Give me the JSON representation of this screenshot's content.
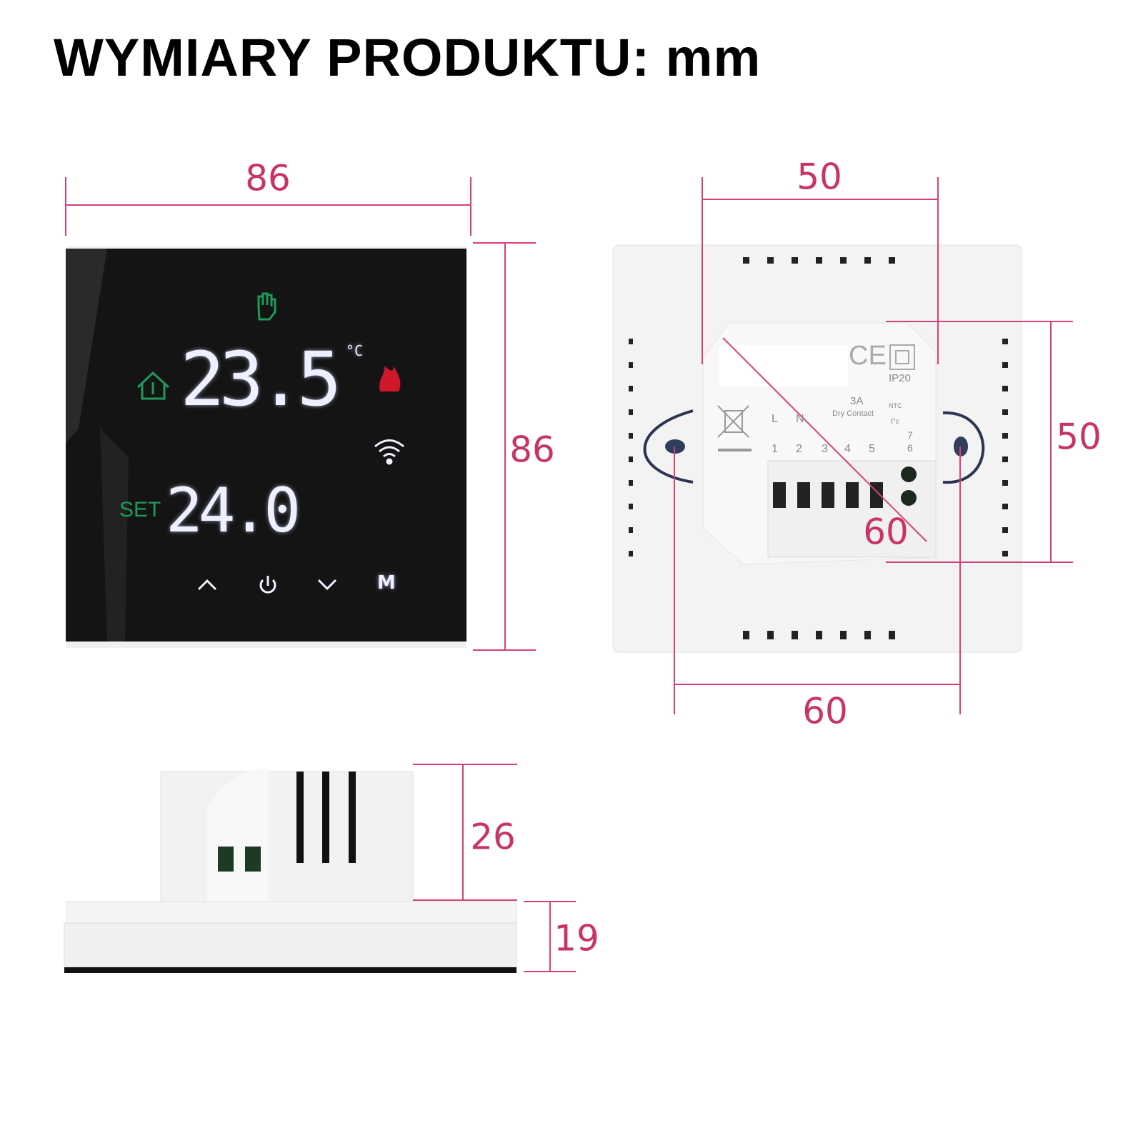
{
  "title": "WYMIARY PRODUKTU: mm",
  "dimensions": {
    "front_width": "86",
    "front_height": "86",
    "back_inner_width": "50",
    "back_inner_height": "50",
    "back_screw_spacing": "60",
    "back_diagonal": "60",
    "side_depth_body": "26",
    "side_depth_panel": "19"
  },
  "display": {
    "current_temp": "23.5",
    "unit": "°C",
    "set_label": "SET",
    "set_temp": "24.0",
    "buttons": {
      "up": "^",
      "power": "power-icon",
      "down": "v",
      "mode": "M"
    },
    "colors": {
      "green": "#1e9a5a",
      "red": "#d0182a",
      "digits": "#eef0ff"
    }
  },
  "back_label": {
    "ce": "CE",
    "ip": "IP20",
    "rating": "3A",
    "contact": "Dry Contact",
    "ntc": "NTC",
    "tc": "t°c",
    "terminals": [
      "L",
      "N"
    ],
    "numbers": [
      "1",
      "2",
      "3",
      "4",
      "5",
      "7",
      "6"
    ]
  },
  "colors": {
    "dimension": "#c93464",
    "panel_black": "#141414",
    "housing": "#f2f2f2"
  }
}
